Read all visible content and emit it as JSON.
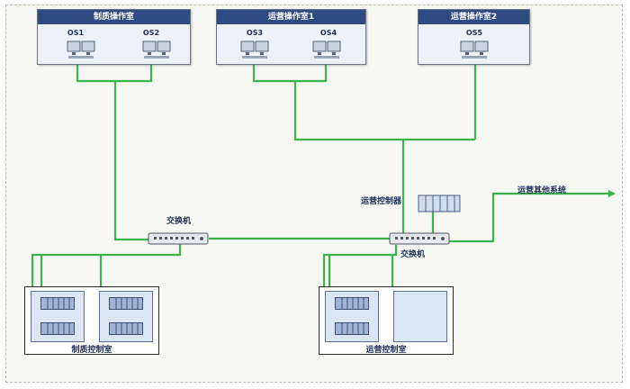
{
  "rooms": {
    "room1": {
      "title": "制质操作室",
      "os_a": "OS1",
      "os_b": "OS2"
    },
    "room2": {
      "title": "运营操作室1",
      "os_a": "OS3",
      "os_b": "OS4"
    },
    "room3": {
      "title": "运营操作室2",
      "os_a": "OS5"
    }
  },
  "switch_label": "交换机",
  "server_label": "运营控制器",
  "external_label": "运营其他系统",
  "control_rooms": {
    "left": {
      "title": "制质控制室"
    },
    "right": {
      "title": "运营控制室"
    }
  },
  "colors": {
    "wire": "#39b54a",
    "title_bar": "#2e4b82"
  }
}
